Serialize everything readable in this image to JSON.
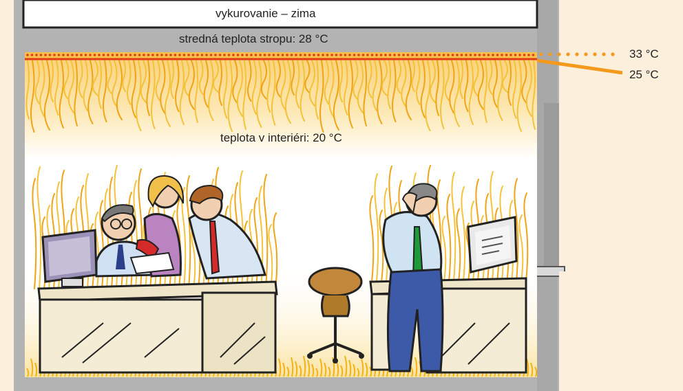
{
  "labels": {
    "title": "vykurovanie – zima",
    "ceiling_temp": "stredná teplota stropu:  28 °C",
    "interior_temp": "teplota v interiéri: 20 °C",
    "temp_upper": "33 °C",
    "temp_lower": "25 °C"
  },
  "colors": {
    "background": "#fcf0dc",
    "wall": "#b8b8b8",
    "ceiling_line": "#e23b17",
    "dots": "#f7a21b",
    "flames": "#f2b216",
    "glow": "#fde7a8",
    "leader": "#f39a1c"
  }
}
